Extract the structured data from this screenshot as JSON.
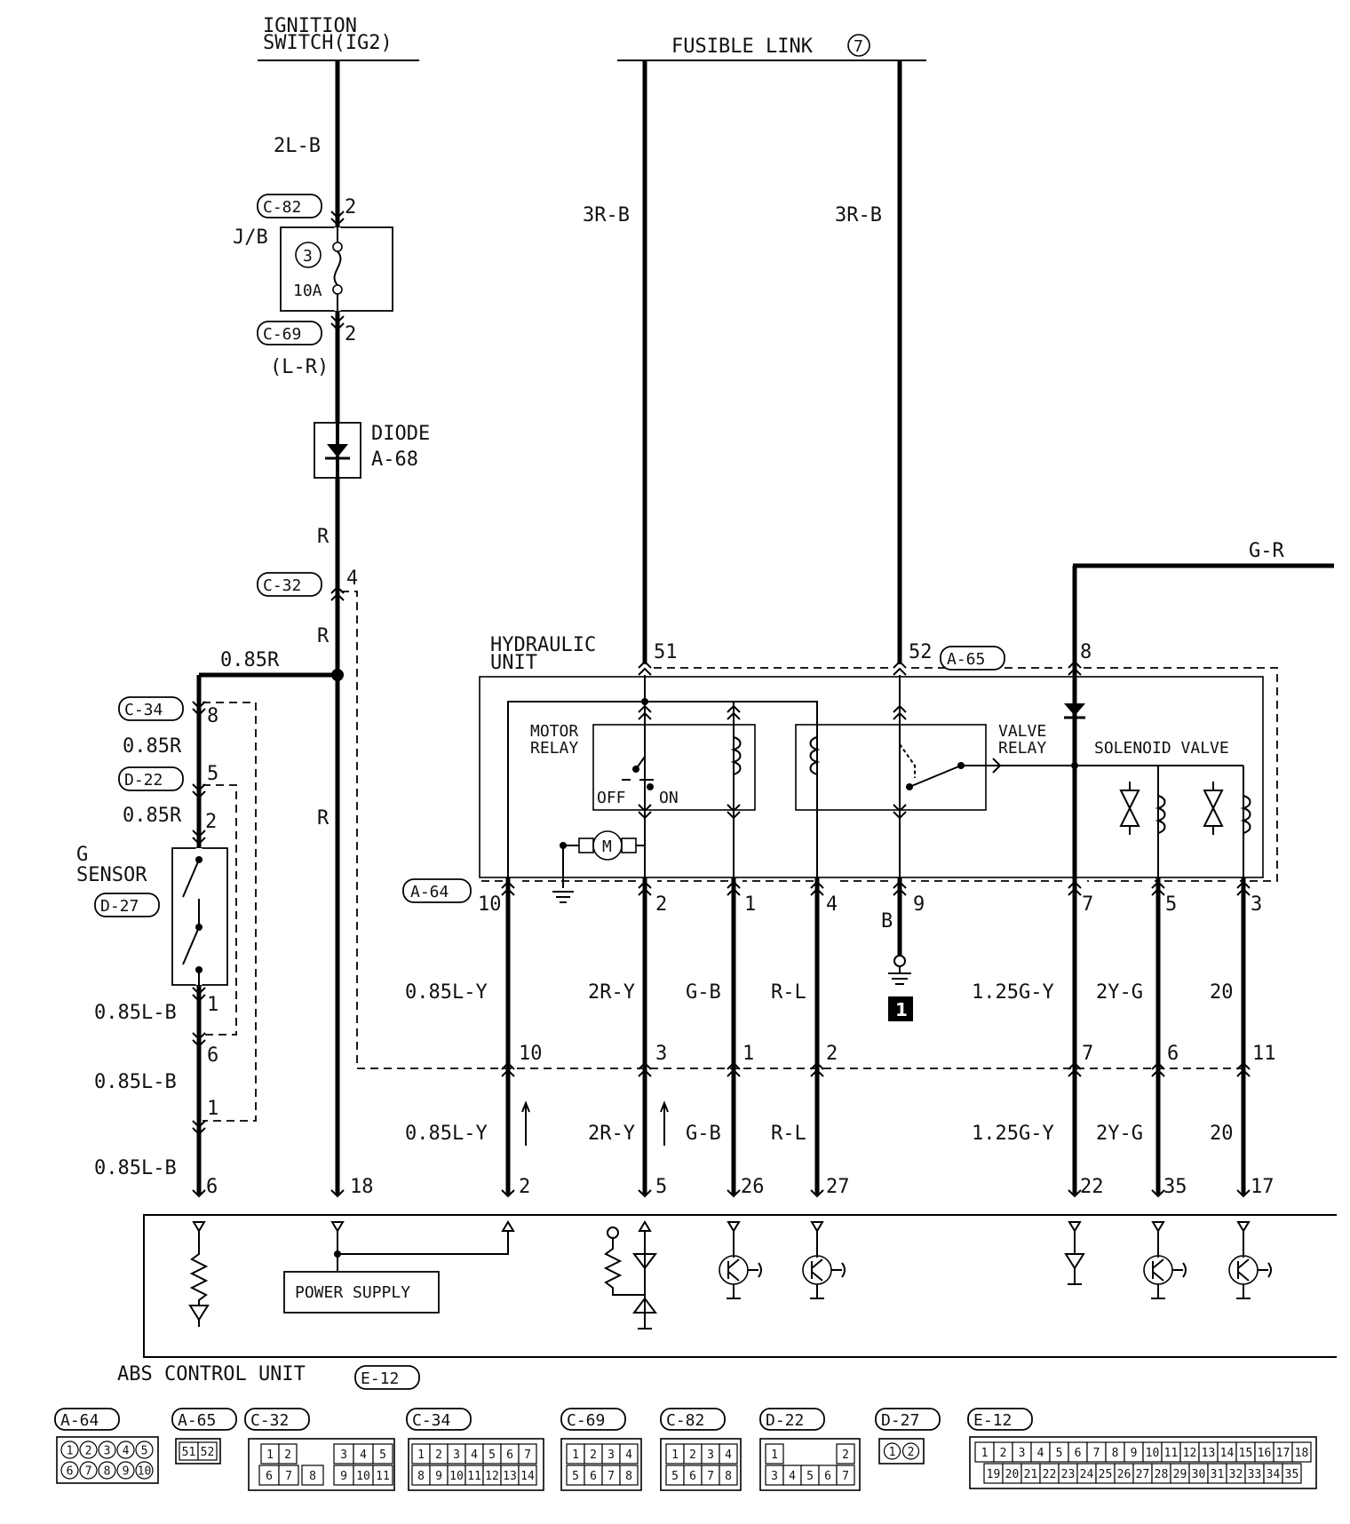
{
  "sources": {
    "ignition": "IGNITION\nSWITCH(IG2)",
    "fusible_link": "FUSIBLE LINK",
    "fusible_link_num": "7"
  },
  "wires": {
    "w_2lb": "2L-B",
    "w_3rb_left": "3R-B",
    "w_3rb_right": "3R-B",
    "w_lr": "(L-R)",
    "w_r1": "R",
    "w_r2": "R",
    "w_r3": "R",
    "w_085r_top": "0.85R",
    "w_085r_a": "0.85R",
    "w_085r_b": "0.85R",
    "w_085lb_a": "0.85L-B",
    "w_085lb_b": "0.85L-B",
    "w_085lb_c": "0.85L-B",
    "w_gr": "G-R",
    "w_b": "B",
    "upper_labels": [
      "0.85L-Y",
      "2R-Y",
      "G-B",
      "R-L",
      "1.25G-Y",
      "2Y-G",
      "20"
    ],
    "lower_labels": [
      "0.85L-Y",
      "2R-Y",
      "G-B",
      "R-L",
      "1.25G-Y",
      "2Y-G",
      "20"
    ]
  },
  "components": {
    "jb": "J/B",
    "fuse_num": "3",
    "fuse_rating": "10A",
    "diode_line1": "DIODE",
    "diode_line2": "A-68",
    "hydraulic_unit_line1": "HYDRAULIC",
    "hydraulic_unit_line2": "UNIT",
    "motor_relay_line1": "MOTOR",
    "motor_relay_line2": "RELAY",
    "valve_relay_line1": "VALVE",
    "valve_relay_line2": "RELAY",
    "solenoid_valve": "SOLENOID VALVE",
    "off": "OFF",
    "on": "ON",
    "motor": "M",
    "g_sensor_line1": "G",
    "g_sensor_line2": "SENSOR",
    "power_supply": "POWER SUPPLY",
    "abs_control_unit": "ABS CONTROL UNIT",
    "ground_ref": "1"
  },
  "connectors": {
    "c82": "C-82",
    "c69": "C-69",
    "c32": "C-32",
    "c34": "C-34",
    "d22": "D-22",
    "d27": "D-27",
    "a64": "A-64",
    "a65": "A-65",
    "e12": "E-12"
  },
  "pins": {
    "c82_pin": "2",
    "c69_pin": "2",
    "c32_pin": "4",
    "c34_top": "8",
    "d22_top": "5",
    "d27_top": "2",
    "d27_bot": "1",
    "d22_bot": "6",
    "c34_bot": "1",
    "ecu_gs": "6",
    "ecu_pwr": "18",
    "a65_51": "51",
    "a65_52": "52",
    "a65_8": "8",
    "a64_pins": [
      "10",
      "2",
      "1",
      "4",
      "9",
      "7",
      "5",
      "3"
    ],
    "mid_pins": [
      "10",
      "3",
      "1",
      "2",
      "7",
      "6",
      "11"
    ],
    "ecu_pins": [
      "2",
      "5",
      "26",
      "27",
      "22",
      "35",
      "17"
    ]
  },
  "legend": {
    "a64_top": [
      "1",
      "2",
      "3",
      "4",
      "5"
    ],
    "a64_bot": [
      "6",
      "7",
      "8",
      "9",
      "10"
    ],
    "a65": [
      "51",
      "52"
    ],
    "c32_top": [
      "1",
      "2",
      "3",
      "4",
      "5"
    ],
    "c32_bot": [
      "6",
      "7",
      "8",
      "9",
      "10",
      "11"
    ],
    "c34_top": [
      "1",
      "2",
      "3",
      "4",
      "5",
      "6",
      "7"
    ],
    "c34_bot": [
      "8",
      "9",
      "10",
      "11",
      "12",
      "13",
      "14"
    ],
    "c69_top": [
      "1",
      "2",
      "3",
      "4"
    ],
    "c69_bot": [
      "5",
      "6",
      "7",
      "8"
    ],
    "c82_top": [
      "1",
      "2",
      "3",
      "4"
    ],
    "c82_bot": [
      "5",
      "6",
      "7",
      "8"
    ],
    "d22_top": [
      "1",
      "2"
    ],
    "d22_bot": [
      "3",
      "4",
      "5",
      "6",
      "7"
    ],
    "d27": [
      "1",
      "2"
    ],
    "e12_top": [
      "1",
      "2",
      "3",
      "4",
      "5",
      "6",
      "7",
      "8",
      "9",
      "10",
      "11",
      "12",
      "13",
      "14",
      "15",
      "16",
      "17",
      "18"
    ],
    "e12_bot": [
      "19",
      "20",
      "21",
      "22",
      "23",
      "24",
      "25",
      "26",
      "27",
      "28",
      "29",
      "30",
      "31",
      "32",
      "33",
      "34",
      "35"
    ]
  }
}
